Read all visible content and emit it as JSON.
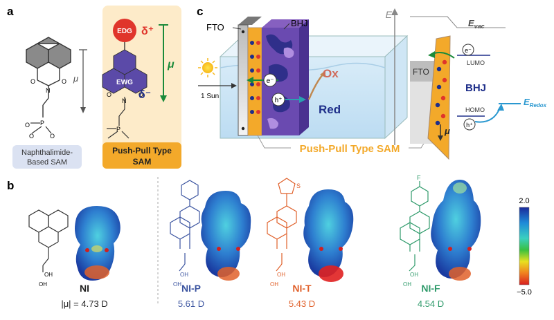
{
  "panel_a": {
    "letter": "a",
    "mu": "μ",
    "naph_label_1": "Naphthalimide-",
    "naph_label_2": "Based SAM",
    "edg": "EDG",
    "ewg": "EWG",
    "delta_plus": "δ⁺",
    "delta_minus": "δ⁻",
    "pushpull_label_1": "Push-Pull Type",
    "pushpull_label_2": "SAM",
    "O": "O",
    "N": "N",
    "P": "P",
    "colors": {
      "orange": "#f3a92a",
      "blue": "#1f2f8a",
      "green": "#1a8a3a",
      "red": "#e0352b",
      "purple": "#5b4aa8"
    }
  },
  "panel_c": {
    "letter": "c",
    "fto": "FTO",
    "bhj": "BHJ",
    "sun": "1 Sun",
    "e": "e⁻",
    "h": "h⁺",
    "ox": "Ox",
    "red": "Red",
    "pushpull": "Push-Pull Type SAM",
    "energy_axis": "E",
    "e_vac": "E",
    "e_vac_sub": "vac",
    "lumo": "LUMO",
    "homo": "HOMO",
    "e_redox": "E",
    "e_redox_sub": "Redox",
    "fto_energy": "FTO",
    "bhj_energy": "BHJ",
    "mu": "μ"
  },
  "panel_b": {
    "letter": "b",
    "scale_max": "2.0",
    "scale_min": "−5.0",
    "molecules": [
      {
        "name": "NI",
        "dipole_prefix": "|μ| = ",
        "dipole": "4.73 D",
        "color": "#222222"
      },
      {
        "name": "NI-P",
        "dipole_prefix": "",
        "dipole": "5.61 D",
        "color": "#3b54a0"
      },
      {
        "name": "NI-T",
        "dipole_prefix": "",
        "dipole": "5.43 D",
        "color": "#e0602a"
      },
      {
        "name": "NI-F",
        "dipole_prefix": "",
        "dipole": "4.54 D",
        "color": "#2e9a6a"
      }
    ],
    "substituent_P": "",
    "substituent_T": "S",
    "substituent_F": "F",
    "OH": "OH"
  }
}
